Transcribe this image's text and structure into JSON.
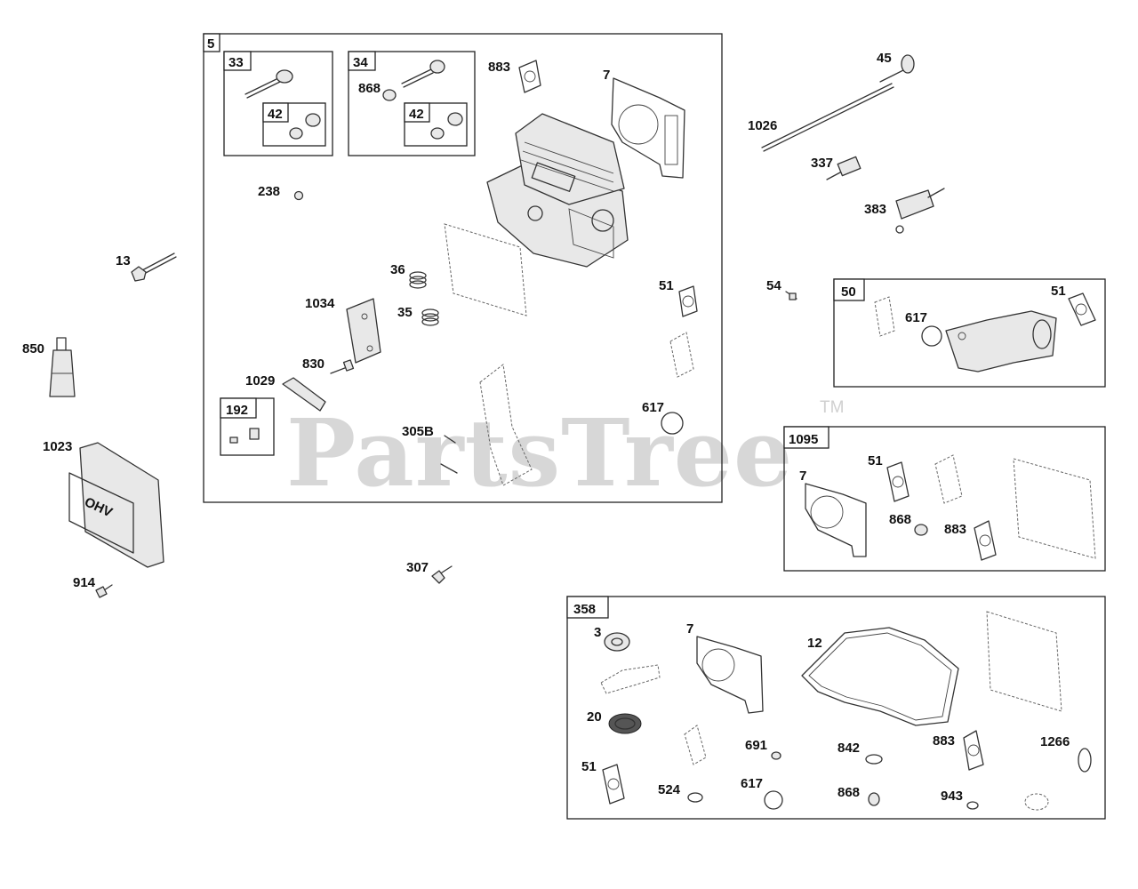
{
  "watermark": {
    "text": "PartsTree",
    "tm": "TM"
  },
  "groups": {
    "g5": "5",
    "g33": "33",
    "g34": "34",
    "g42a": "42",
    "g42b": "42",
    "g192": "192",
    "g50": "50",
    "g1095": "1095",
    "g358": "358"
  },
  "labels": {
    "p883a": "883",
    "p7a": "7",
    "p868a": "868",
    "p238": "238",
    "p36": "36",
    "p1034": "1034",
    "p35": "35",
    "p51a": "51",
    "p830": "830",
    "p1029": "1029",
    "p617a": "617",
    "p305b": "305B",
    "p45": "45",
    "p1026": "1026",
    "p337": "337",
    "p383": "383",
    "p13": "13",
    "p54": "54",
    "p51b": "51",
    "p617b": "617",
    "p850": "850",
    "p1023": "1023",
    "p7b": "7",
    "p51c": "51",
    "p868b": "868",
    "p883b": "883",
    "p307": "307",
    "p914": "914",
    "p3": "3",
    "p7c": "7",
    "p12": "12",
    "p20": "20",
    "p691": "691",
    "p842": "842",
    "p883c": "883",
    "p1266": "1266",
    "p51d": "51",
    "p524": "524",
    "p617c": "617",
    "p868c": "868",
    "p943": "943"
  }
}
